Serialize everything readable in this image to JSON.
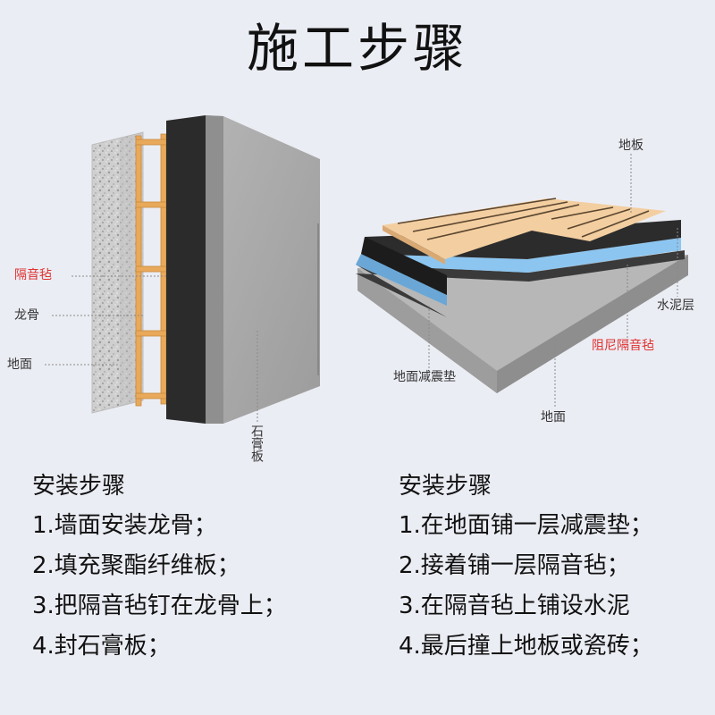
{
  "title": "施工步骤",
  "wall": {
    "labels": {
      "felt": "隔音毡",
      "keel": "龙骨",
      "ground": "地面",
      "gypsum": "石膏板"
    }
  },
  "floor": {
    "labels": {
      "floorboard": "地板",
      "cement": "水泥层",
      "damping_felt": "阻尼隔音毡",
      "shock_pad": "地面减震垫",
      "ground": "地面"
    }
  },
  "left_steps": {
    "heading": "安装步骤",
    "items": [
      "1.墙面安装龙骨；",
      "2.填充聚酯纤维板；",
      "3.把隔音毡钉在龙骨上；",
      "4.封石膏板；"
    ]
  },
  "right_steps": {
    "heading": "安装步骤",
    "items": [
      "1.在地面铺一层减震垫；",
      "2.接着铺一层隔音毡；",
      "3.在隔音毡上铺设水泥",
      "4.最后撞上地板或瓷砖；"
    ]
  },
  "colors": {
    "background": "#ebedf4",
    "label_red": "#e0312f",
    "keel": "#e9a95a",
    "felt": "#2b2b2b",
    "gypsum": "#a8a8a8",
    "wood": "#f3ceA0",
    "blue_layer": "#8cc6f0"
  }
}
